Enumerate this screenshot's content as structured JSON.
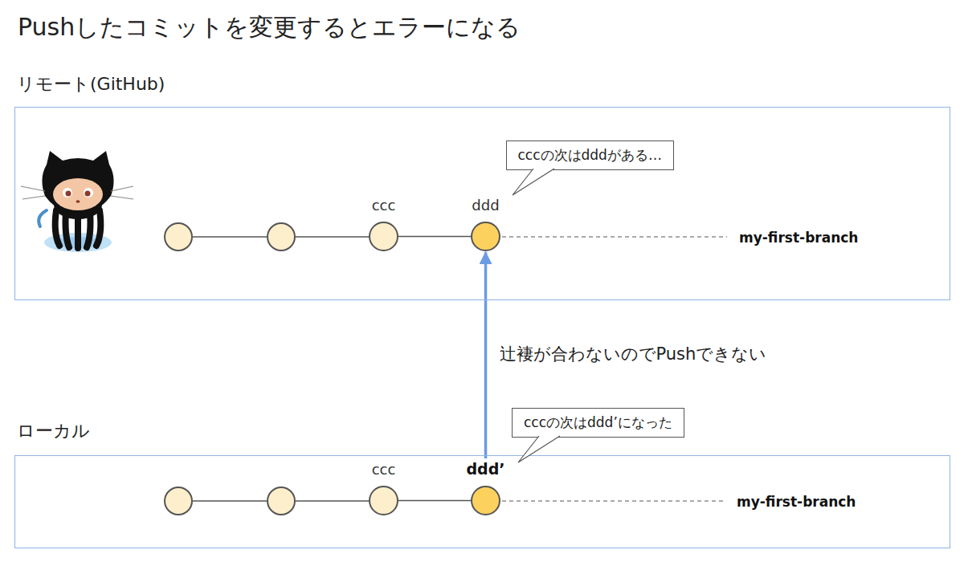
{
  "diagram": {
    "title": "Pushしたコミットを変更するとエラーになる",
    "nodes": [
      {
        "text": [
          "リモート(GitHub)"
        ]
      },
      {
        "text": [
          "ccc"
        ],
        "in": 0
      },
      {
        "text": [
          "ddd"
        ],
        "in": 0
      },
      {
        "text": [
          "cccの次はdddがある…"
        ],
        "in": 0
      },
      {
        "text": [
          "ローカル"
        ]
      },
      {
        "text": [
          "ccc"
        ],
        "in": 4
      },
      {
        "text": [
          "ddd’"
        ],
        "in": 4
      },
      {
        "text": [
          "cccの次はddd’になった"
        ]
      }
    ],
    "edges": [
      {
        "from": 1,
        "to": 2,
        "arrow": "none"
      },
      {
        "from": 5,
        "to": 6,
        "arrow": "none"
      },
      {
        "from": 6,
        "to": 2,
        "arrow": "to",
        "label": "辻褄が合わないのでPushできない"
      }
    ],
    "labels": [
      "my-first-branch",
      "my-first-branch"
    ]
  }
}
